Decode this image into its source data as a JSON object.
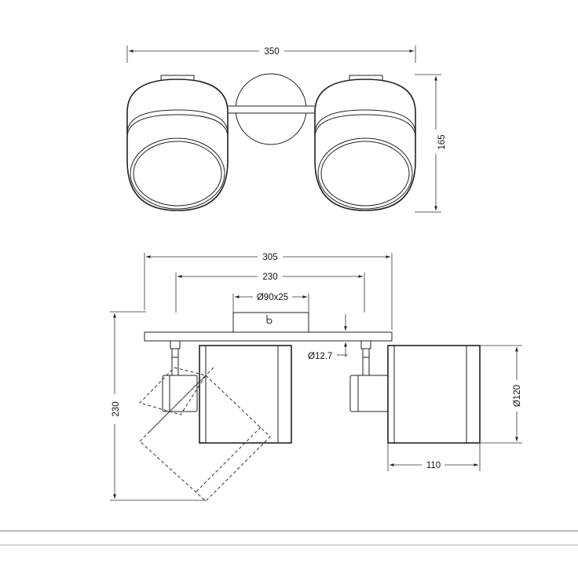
{
  "dimensions": {
    "top_width": "350",
    "top_height": "165",
    "front_width": "305",
    "rail_width": "230",
    "canopy": "Ø90x25",
    "arm_diameter": "Ø12.7",
    "total_height": "230",
    "shade_diameter": "Ø120",
    "shade_depth": "110"
  }
}
